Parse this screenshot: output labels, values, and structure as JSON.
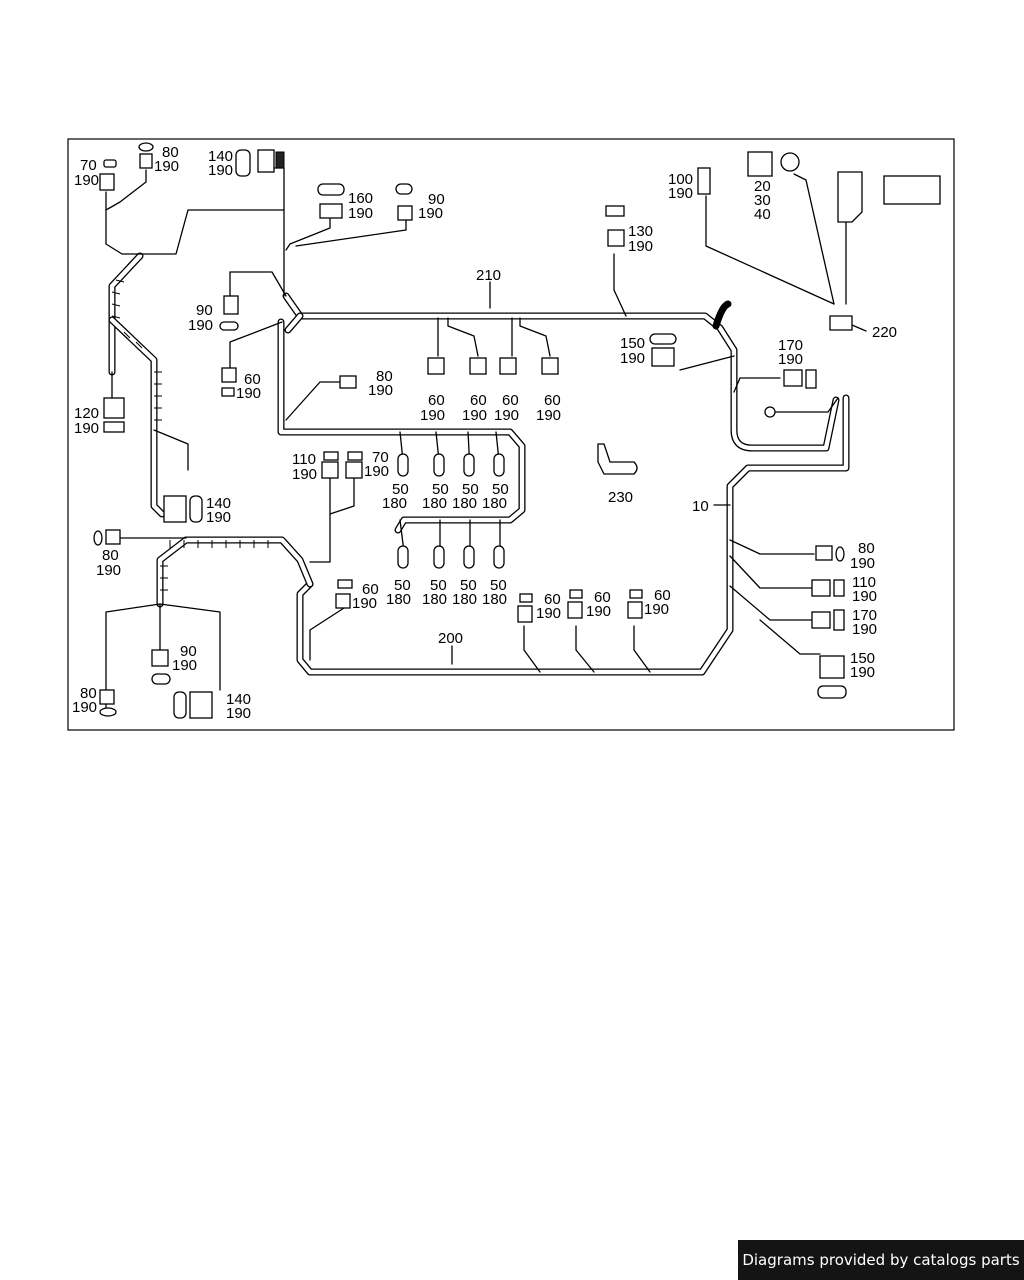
{
  "callouts": {
    "c1": [
      "70",
      "190"
    ],
    "c2": [
      "80",
      "190"
    ],
    "c3": [
      "140",
      "190"
    ],
    "c4": [
      "160",
      "190"
    ],
    "c5": [
      "90",
      "190"
    ],
    "c6": [
      "130",
      "190"
    ],
    "c7": [
      "100",
      "190"
    ],
    "c8": [
      "20",
      "30",
      "40"
    ],
    "c9": "210",
    "c10": [
      "90",
      "190"
    ],
    "c11": [
      "60",
      "190"
    ],
    "c12": [
      "80",
      "190"
    ],
    "c13": [
      "60",
      "190"
    ],
    "c14": [
      "60",
      "190"
    ],
    "c15": [
      "60",
      "190"
    ],
    "c16": [
      "60",
      "190"
    ],
    "c17": [
      "150",
      "190"
    ],
    "c18": [
      "170",
      "190"
    ],
    "c19": "220",
    "c20": [
      "120",
      "190"
    ],
    "c21": [
      "110",
      "190"
    ],
    "c22": [
      "70",
      "190"
    ],
    "c23": [
      "50",
      "180"
    ],
    "c24": [
      "50",
      "180"
    ],
    "c25": [
      "50",
      "180"
    ],
    "c26": [
      "50",
      "180"
    ],
    "c27": "230",
    "c28": [
      "140",
      "190"
    ],
    "c29": "10",
    "c30": [
      "80",
      "190"
    ],
    "c31": [
      "50",
      "180"
    ],
    "c32": [
      "50",
      "180"
    ],
    "c33": [
      "50",
      "180"
    ],
    "c34": [
      "50",
      "180"
    ],
    "c35": [
      "80",
      "190"
    ],
    "c36": [
      "110",
      "190"
    ],
    "c37": [
      "60",
      "190"
    ],
    "c38": [
      "60",
      "190"
    ],
    "c39": [
      "60",
      "190"
    ],
    "c40": [
      "60",
      "190"
    ],
    "c41": [
      "170",
      "190"
    ],
    "c42": "200",
    "c43": [
      "150",
      "190"
    ],
    "c44": [
      "90",
      "190"
    ],
    "c45": [
      "80",
      "190"
    ],
    "c46": [
      "140",
      "190"
    ]
  },
  "footer": {
    "text": "Diagrams provided by catalogs parts"
  }
}
